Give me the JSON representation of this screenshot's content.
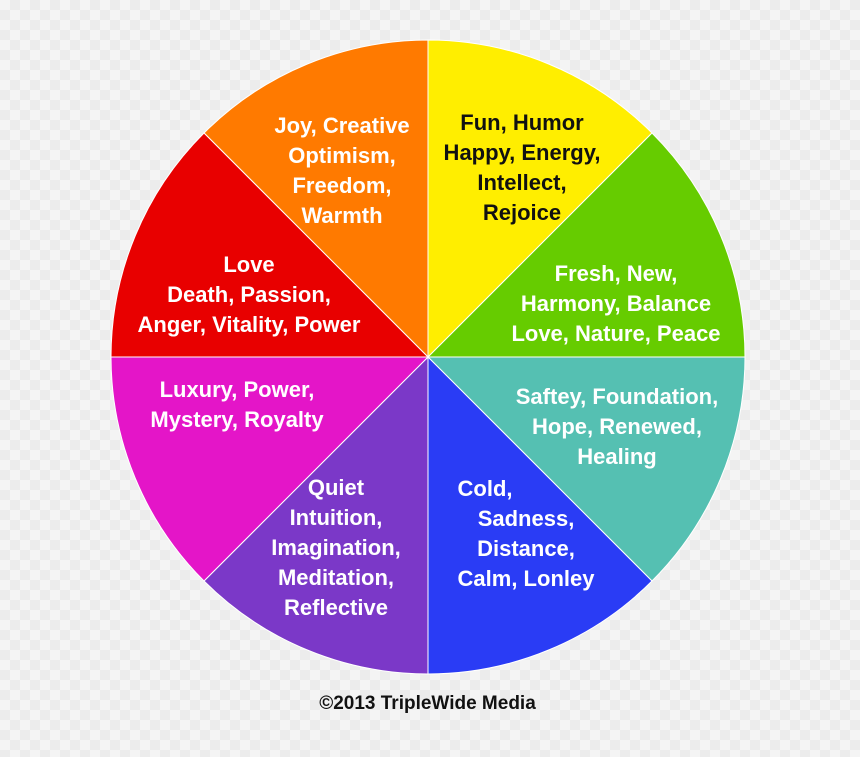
{
  "wheel": {
    "segments": [
      {
        "id": "orange",
        "color": "#ff7a00",
        "text_color": "#ffffff",
        "lines": [
          "Joy, Creative",
          "Optimism,",
          "Freedom,",
          "Warmth"
        ]
      },
      {
        "id": "yellow",
        "color": "#ffee00",
        "text_color": "#111111",
        "lines": [
          "Fun, Humor",
          "Happy, Energy,",
          "Intellect,",
          "Rejoice"
        ]
      },
      {
        "id": "green",
        "color": "#66cc00",
        "text_color": "#ffffff",
        "lines": [
          "Fresh, New,",
          "Harmony, Balance",
          "Love, Nature, Peace"
        ]
      },
      {
        "id": "teal",
        "color": "#55c0b2",
        "text_color": "#ffffff",
        "lines": [
          "Saftey, Foundation,",
          "Hope, Renewed,",
          "Healing"
        ]
      },
      {
        "id": "blue",
        "color": "#2a3cf5",
        "text_color": "#ffffff",
        "lines": [
          "Cold,",
          "Sadness,",
          "Distance,",
          "Calm, Lonley"
        ]
      },
      {
        "id": "purple",
        "color": "#7b38c8",
        "text_color": "#ffffff",
        "lines": [
          "Quiet",
          "Intuition,",
          "Imagination,",
          "Meditation,",
          "Reflective"
        ]
      },
      {
        "id": "magenta",
        "color": "#e415c8",
        "text_color": "#ffffff",
        "lines": [
          "Luxury, Power,",
          "Mystery, Royalty"
        ]
      },
      {
        "id": "red",
        "color": "#e80000",
        "text_color": "#ffffff",
        "lines": [
          "Love",
          "Death, Passion,",
          "Anger, Vitality, Power"
        ]
      }
    ]
  },
  "copyright": "©2013 TripleWide Media"
}
